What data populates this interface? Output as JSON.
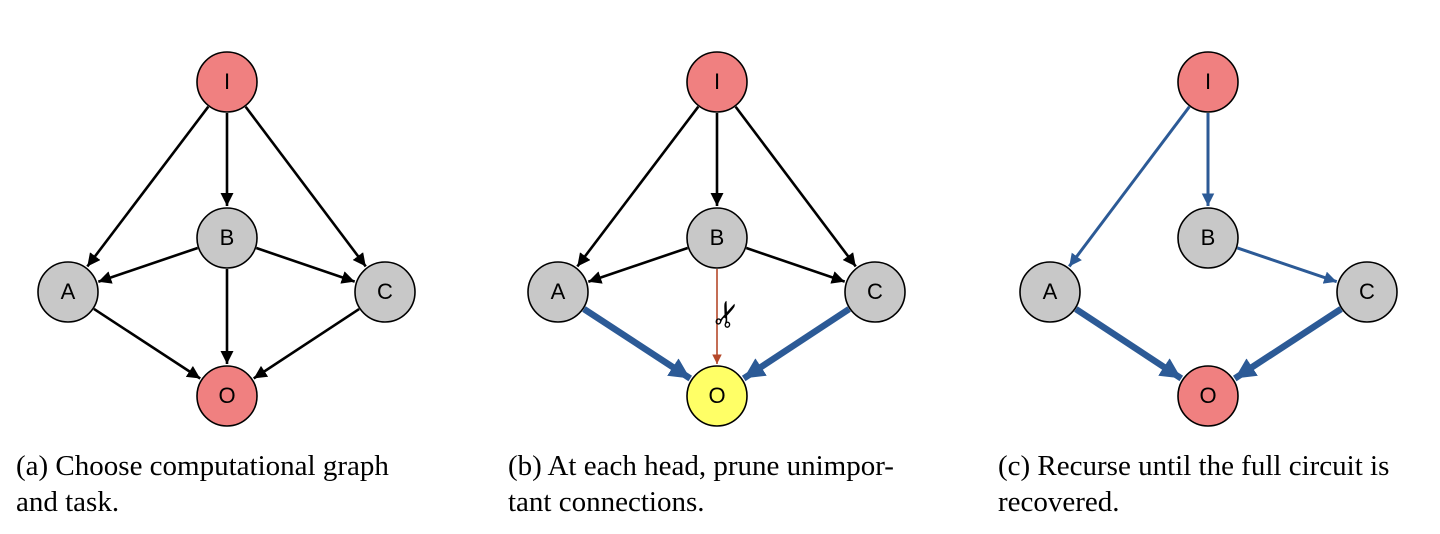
{
  "panels": [
    {
      "id": "a",
      "caption": [
        "(a) Choose computational graph",
        "and task."
      ],
      "nodes": [
        {
          "id": "I",
          "label": "I",
          "fill": "#f08080"
        },
        {
          "id": "A",
          "label": "A",
          "fill": "#c8c8c8"
        },
        {
          "id": "B",
          "label": "B",
          "fill": "#c8c8c8"
        },
        {
          "id": "C",
          "label": "C",
          "fill": "#c8c8c8"
        },
        {
          "id": "O",
          "label": "O",
          "fill": "#f08080"
        }
      ],
      "edges": [
        {
          "from": "I",
          "to": "A",
          "style": "normal"
        },
        {
          "from": "I",
          "to": "B",
          "style": "normal"
        },
        {
          "from": "I",
          "to": "C",
          "style": "normal"
        },
        {
          "from": "B",
          "to": "A",
          "style": "normal"
        },
        {
          "from": "B",
          "to": "C",
          "style": "normal"
        },
        {
          "from": "B",
          "to": "O",
          "style": "normal"
        },
        {
          "from": "A",
          "to": "O",
          "style": "normal"
        },
        {
          "from": "C",
          "to": "O",
          "style": "normal"
        }
      ]
    },
    {
      "id": "b",
      "caption": [
        "(b) At each head, prune unimpor-",
        "tant connections."
      ],
      "nodes": [
        {
          "id": "I",
          "label": "I",
          "fill": "#f08080"
        },
        {
          "id": "A",
          "label": "A",
          "fill": "#c8c8c8"
        },
        {
          "id": "B",
          "label": "B",
          "fill": "#c8c8c8"
        },
        {
          "id": "C",
          "label": "C",
          "fill": "#c8c8c8"
        },
        {
          "id": "O",
          "label": "O",
          "fill": "#ffff66"
        }
      ],
      "edges": [
        {
          "from": "I",
          "to": "A",
          "style": "normal"
        },
        {
          "from": "I",
          "to": "B",
          "style": "normal"
        },
        {
          "from": "I",
          "to": "C",
          "style": "normal"
        },
        {
          "from": "B",
          "to": "A",
          "style": "normal"
        },
        {
          "from": "B",
          "to": "C",
          "style": "normal"
        },
        {
          "from": "B",
          "to": "O",
          "style": "pruned"
        },
        {
          "from": "A",
          "to": "O",
          "style": "strong"
        },
        {
          "from": "C",
          "to": "O",
          "style": "strong"
        }
      ],
      "scissors": {
        "glyph": "✂",
        "edge": "B-O"
      }
    },
    {
      "id": "c",
      "caption": [
        "(c) Recurse until the full circuit is",
        "recovered."
      ],
      "nodes": [
        {
          "id": "I",
          "label": "I",
          "fill": "#f08080"
        },
        {
          "id": "A",
          "label": "A",
          "fill": "#c8c8c8"
        },
        {
          "id": "B",
          "label": "B",
          "fill": "#c8c8c8"
        },
        {
          "id": "C",
          "label": "C",
          "fill": "#c8c8c8"
        },
        {
          "id": "O",
          "label": "O",
          "fill": "#f08080"
        }
      ],
      "edges": [
        {
          "from": "I",
          "to": "A",
          "style": "blue"
        },
        {
          "from": "I",
          "to": "B",
          "style": "blue"
        },
        {
          "from": "B",
          "to": "C",
          "style": "blue"
        },
        {
          "from": "A",
          "to": "O",
          "style": "strong"
        },
        {
          "from": "C",
          "to": "O",
          "style": "strong"
        }
      ]
    }
  ],
  "colors": {
    "edge_normal": "#000000",
    "edge_blue": "#2c5a96",
    "edge_pruned": "#b5482a",
    "node_stroke": "#000000"
  }
}
